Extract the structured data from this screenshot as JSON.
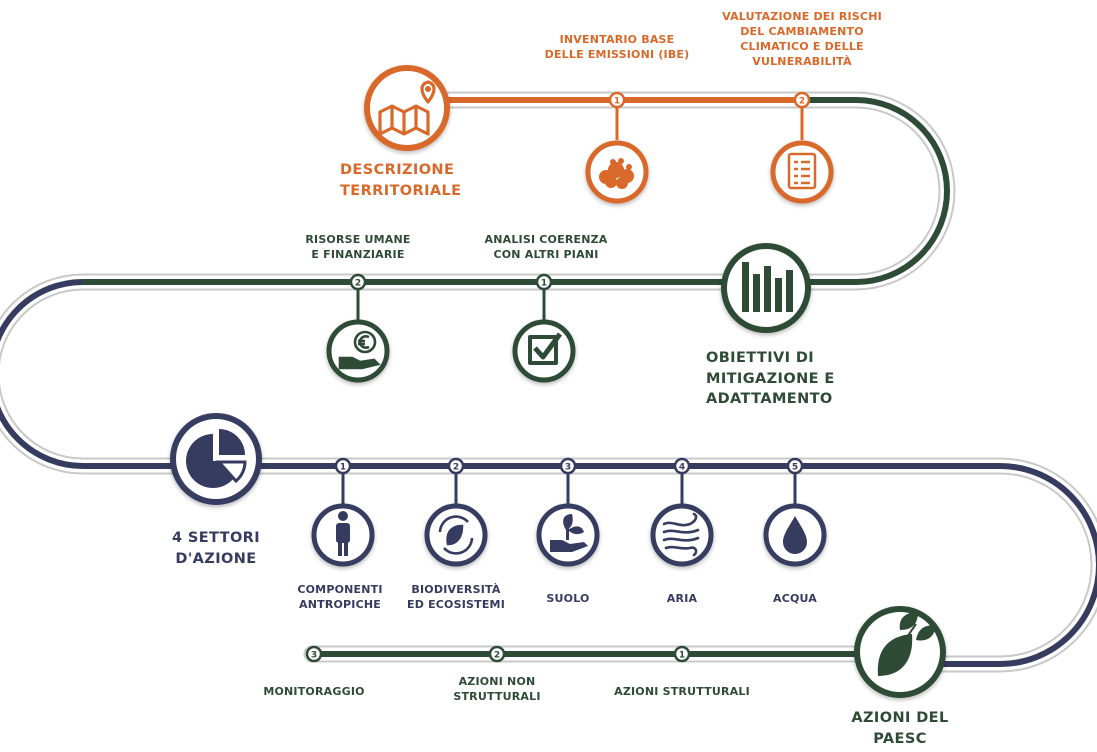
{
  "colors": {
    "orange": "#d8692a",
    "green": "#2e4b36",
    "navy": "#363c60"
  },
  "stages": {
    "territorial": {
      "title": [
        "DESCRIZIONE",
        "TERRITORIALE"
      ],
      "icon": "map-pin-icon",
      "steps": [
        {
          "num": "1",
          "label": [
            "INVENTARIO BASE",
            "DELLE EMISSIONI (IBE)"
          ],
          "icon": "emissions-cloud-icon"
        },
        {
          "num": "2",
          "label": [
            "VALUTAZIONE DEI RISCHI",
            "DEL CAMBIAMENTO",
            "CLIMATICO E DELLE",
            "VULNERABILITÀ"
          ],
          "icon": "checklist-document-icon"
        }
      ]
    },
    "objectives": {
      "title": [
        "OBIETTIVI DI",
        "MITIGAZIONE E",
        "ADATTAMENTO"
      ],
      "icon": "bar-chart-icon",
      "steps": [
        {
          "num": "1",
          "label": [
            "ANALISI COERENZA",
            "CON ALTRI PIANI"
          ],
          "icon": "checkbox-icon"
        },
        {
          "num": "2",
          "label": [
            "RISORSE UMANE",
            "E FINANZIARIE"
          ],
          "icon": "hand-euro-icon"
        }
      ]
    },
    "sectors": {
      "title": [
        "4 SETTORI",
        "D'AZIONE"
      ],
      "icon": "pie-chart-icon",
      "steps": [
        {
          "num": "1",
          "label": [
            "COMPONENTI",
            "ANTROPICHE"
          ],
          "icon": "person-icon"
        },
        {
          "num": "2",
          "label": [
            "BIODIVERSITÀ",
            "ED ECOSISTEMI"
          ],
          "icon": "leaf-cycle-icon"
        },
        {
          "num": "3",
          "label": [
            "SUOLO"
          ],
          "icon": "sprout-hand-icon"
        },
        {
          "num": "4",
          "label": [
            "ARIA"
          ],
          "icon": "wind-icon"
        },
        {
          "num": "5",
          "label": [
            "ACQUA"
          ],
          "icon": "water-drop-icon"
        }
      ]
    },
    "actions": {
      "title": [
        "AZIONI DEL",
        "PAESC"
      ],
      "icon": "leaves-icon",
      "steps": [
        {
          "num": "1",
          "label": [
            "AZIONI STRUTTURALI"
          ]
        },
        {
          "num": "2",
          "label": [
            "AZIONI NON",
            "STRUTTURALI"
          ]
        },
        {
          "num": "3",
          "label": [
            "MONITORAGGIO"
          ]
        }
      ]
    }
  }
}
